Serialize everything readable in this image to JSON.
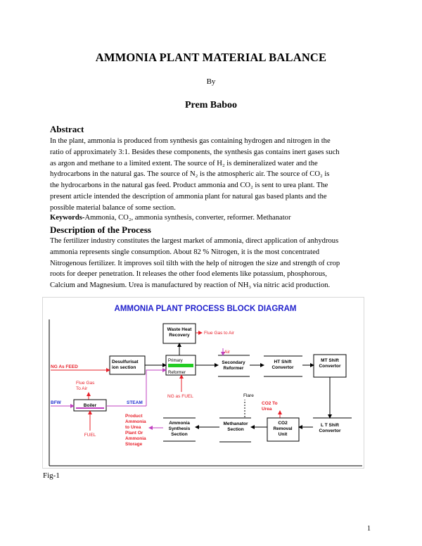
{
  "paper": {
    "title": "AMMONIA PLANT MATERIAL BALANCE",
    "by": "By",
    "author": "Prem Baboo",
    "abstract_heading": "Abstract",
    "abstract_lines": [
      "In the plant, ammonia is produced from synthesis gas containing hydrogen and nitrogen in the",
      "ratio of approximately 3:1. Besides these components, the synthesis gas contains inert gases such",
      "as argon and methane to a limited extent. The source of H₂ is demineralized water and the",
      "hydrocarbons in the natural gas. The source of N₂ is the atmospheric air. The source of CO₂ is",
      "the hydrocarbons in the natural gas feed. Product ammonia and CO₂ is sent to urea plant. The",
      "present article intended the description of ammonia plant for natural gas based plants and the",
      "possible material balance of some section."
    ],
    "keywords_label": "Keywords-",
    "keywords_text": "Ammonia, CO₂, ammonia synthesis, converter, reformer. Methanator",
    "process_heading": "Description of the Process",
    "process_lines": [
      "The fertilizer industry constitutes the largest market of ammonia, direct application of anhydrous",
      "ammonia represents single consumption. About 82 % Nitrogen, it is the most concentrated",
      "Nitrogenous fertilizer. It improves soil tilth with the help of nitrogen the size and strength of crop",
      "roots for deeper penetration. It releases the other food elements like potassium, phosphorous,",
      "Calcium and Magnesium. Urea is manufactured by reaction of NH₃ via nitric acid production."
    ],
    "fig_caption": "Fig-1",
    "page_number": "1"
  },
  "diagram": {
    "title": "AMMONIA PLANT PROCESS BLOCK DIAGRAM",
    "colors": {
      "title": "#1f1fcc",
      "red": "#e8202a",
      "magenta": "#c040c0",
      "blue": "#2030d0",
      "green": "#22cc22",
      "frame": "#cccccc"
    },
    "labels": {
      "waste_heat": [
        "Waste Heat",
        "Recovery"
      ],
      "flue_to_air": "Flue Gas to Air",
      "air": "Air",
      "desulf": [
        "Desulfurisat",
        "ion section"
      ],
      "primary": [
        "Primary",
        "Reformer"
      ],
      "secondary": [
        "Secondary",
        "Reformer"
      ],
      "ht_shift": [
        "HT Shift",
        "Convertor"
      ],
      "mt_shift": [
        "MT Shift",
        "Convertor"
      ],
      "ng_feed": "NG As FEED",
      "flue_gas_air": [
        "Flue Gas",
        "To Air"
      ],
      "bfw": "BFW",
      "boiler": "Boiler",
      "steam": "STEAM",
      "ng_fuel": "NG as FUEL",
      "flare": "Flare",
      "co2_urea": [
        "CO2 To",
        "Urea"
      ],
      "product": [
        "Product",
        "Ammonia",
        "to Urea",
        "Plant Or",
        "Ammonia",
        "Storage"
      ],
      "fuel": "FUEL",
      "synthesis": [
        "Ammonia",
        "Synthesis",
        "Section"
      ],
      "methanator": [
        "Methanator",
        "Section"
      ],
      "co2_removal": [
        "CO2",
        "Removal",
        "Unit"
      ],
      "lt_shift": [
        "L T Shift",
        "Convertor"
      ]
    }
  }
}
